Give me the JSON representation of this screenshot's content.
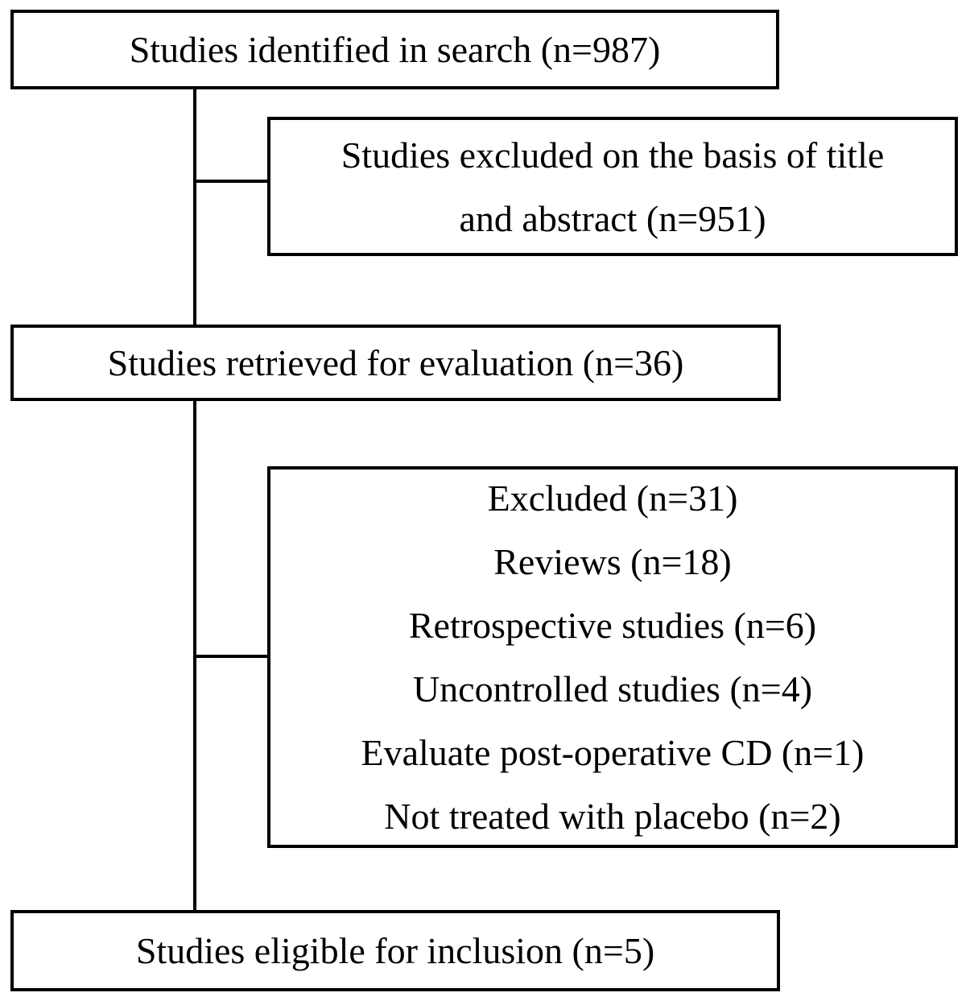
{
  "diagram": {
    "type": "study-selection-flowchart",
    "colors": {
      "border": "#000000",
      "text": "#000000",
      "background": "#ffffff"
    },
    "boxes": {
      "identified": {
        "text": "Studies identified in search (n=987)"
      },
      "excluded_screening": {
        "lines": [
          "Studies excluded on the basis of title",
          "and abstract (n=951)"
        ]
      },
      "retrieved": {
        "text": "Studies retrieved for evaluation (n=36)"
      },
      "excluded_eval": {
        "lines": [
          "Excluded (n=31)",
          "Reviews (n=18)",
          "Retrospective studies (n=6)",
          "Uncontrolled studies (n=4)",
          "Evaluate post-operative CD (n=1)",
          "Not treated with placebo (n=2)"
        ]
      },
      "eligible": {
        "text": "Studies eligible for inclusion (n=5)"
      }
    }
  }
}
